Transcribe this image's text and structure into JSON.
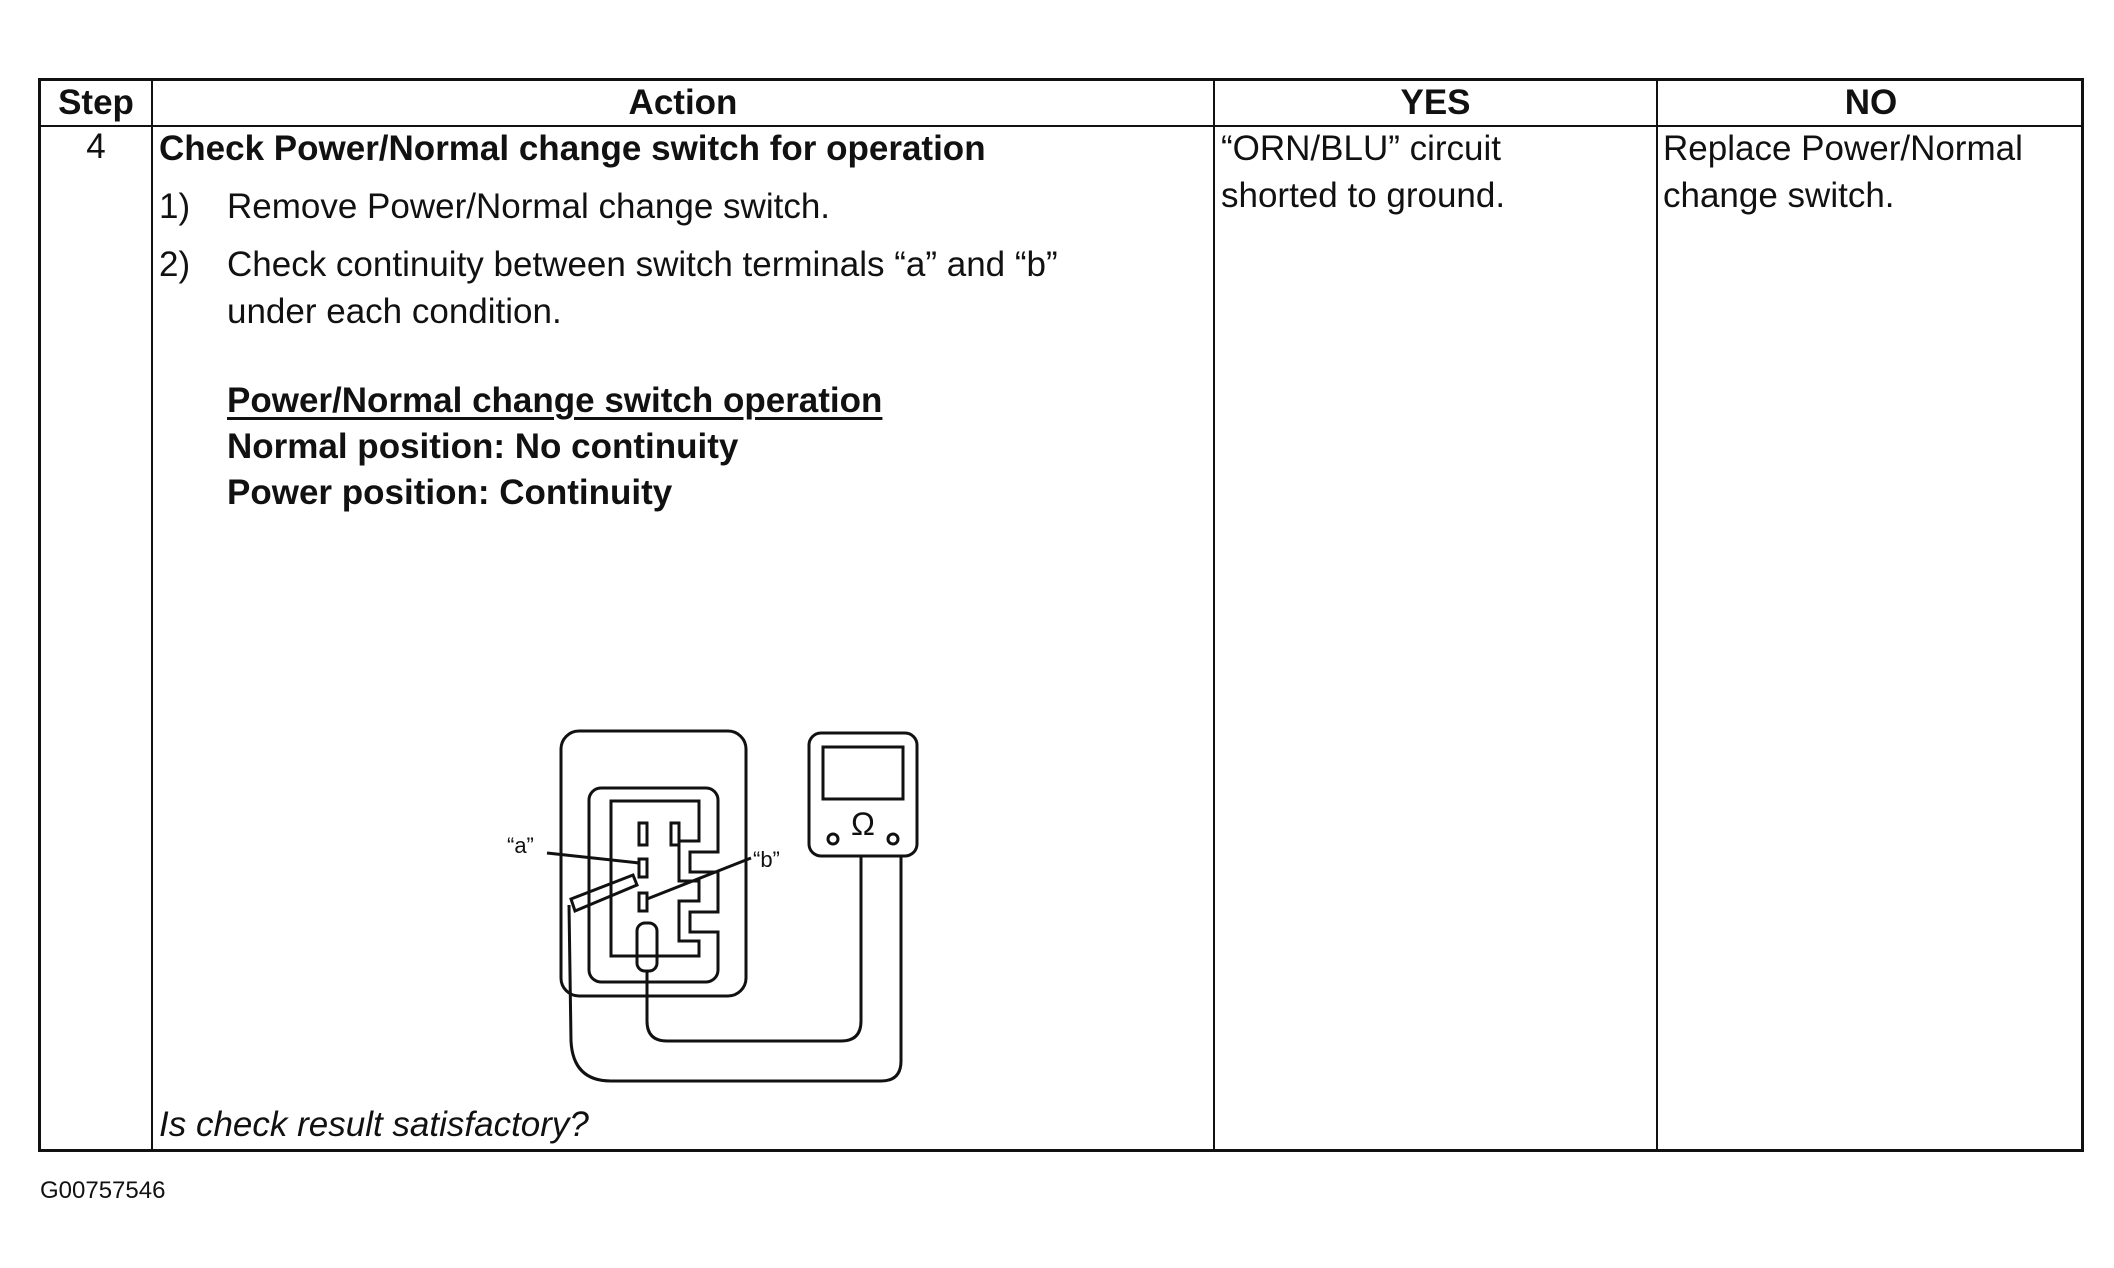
{
  "table": {
    "headers": {
      "step": "Step",
      "action": "Action",
      "yes": "YES",
      "no": "NO"
    },
    "row": {
      "step": "4",
      "action_title": "Check Power/Normal change switch for operation",
      "steps": [
        {
          "num": "1)",
          "text": "Remove Power/Normal change switch."
        },
        {
          "num": "2)",
          "text": "Check continuity between switch terminals “a” and “b”",
          "text2": "under each condition."
        }
      ],
      "spec": {
        "title": "Power/Normal change switch operation",
        "line1": "Normal position: No continuity",
        "line2": "Power position: Continuity"
      },
      "question": "Is check result satisfactory?",
      "yes": {
        "line1": "“ORN/BLU” circuit",
        "line2": "shorted to ground."
      },
      "no": {
        "line1": "Replace Power/Normal",
        "line2": "change switch."
      }
    }
  },
  "diagram": {
    "label_a": "“a”",
    "label_b": "“b”",
    "ohm_symbol": "Ω"
  },
  "figure_id": "G00757546"
}
